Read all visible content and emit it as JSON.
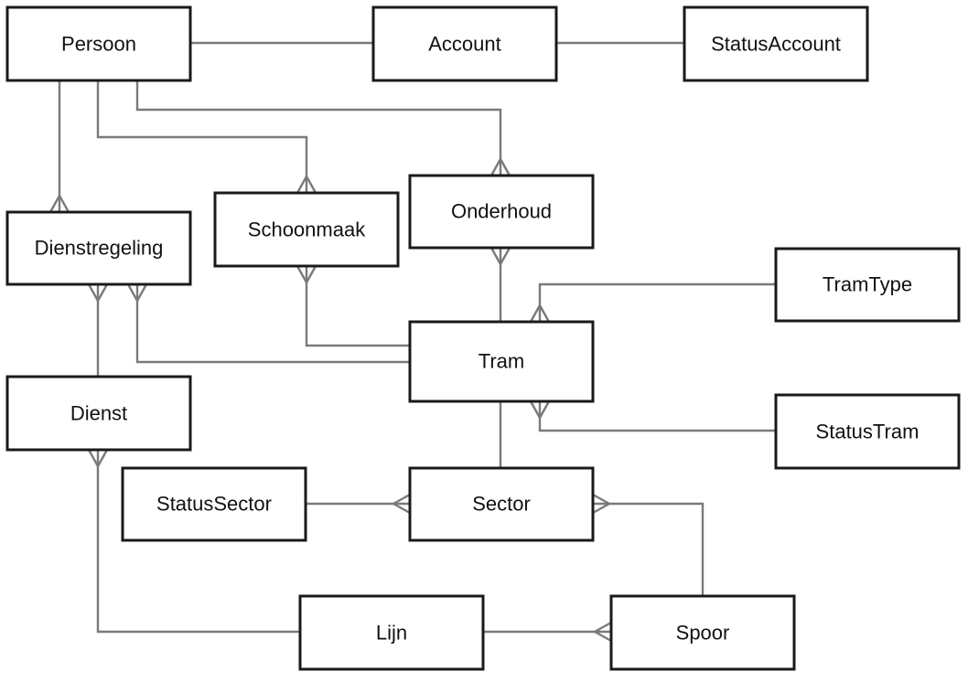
{
  "entities": {
    "persoon": "Persoon",
    "account": "Account",
    "statusaccount": "StatusAccount",
    "dienstregeling": "Dienstregeling",
    "schoonmaak": "Schoonmaak",
    "onderhoud": "Onderhoud",
    "tramtype": "TramType",
    "tram": "Tram",
    "dienst": "Dienst",
    "statustram": "StatusTram",
    "statussector": "StatusSector",
    "sector": "Sector",
    "lijn": "Lijn",
    "spoor": "Spoor"
  },
  "relationships": [
    {
      "from": "Persoon",
      "to": "Account",
      "to_many": false
    },
    {
      "from": "Account",
      "to": "StatusAccount",
      "to_many": false
    },
    {
      "from": "Persoon",
      "to": "Dienstregeling",
      "to_many": true
    },
    {
      "from": "Persoon",
      "to": "Schoonmaak",
      "to_many": true
    },
    {
      "from": "Persoon",
      "to": "Onderhoud",
      "to_many": true
    },
    {
      "from": "Tram",
      "to": "Onderhoud",
      "to_many": true
    },
    {
      "from": "Tram",
      "to": "Schoonmaak",
      "to_many": true
    },
    {
      "from": "Tram",
      "to": "Dienstregeling",
      "to_many": true
    },
    {
      "from": "Dienst",
      "to": "Dienstregeling",
      "to_many": true
    },
    {
      "from": "TramType",
      "to": "Tram",
      "to_many": true
    },
    {
      "from": "StatusTram",
      "to": "Tram",
      "to_many": true
    },
    {
      "from": "Tram",
      "to": "Sector",
      "to_many": false
    },
    {
      "from": "StatusSector",
      "to": "Sector",
      "to_many": true
    },
    {
      "from": "Spoor",
      "to": "Sector",
      "to_many": true
    },
    {
      "from": "Lijn",
      "to": "Spoor",
      "to_many": true
    },
    {
      "from": "Lijn",
      "to": "Dienst",
      "to_many": true
    }
  ],
  "colors": {
    "box_border": "#1a1a1a",
    "line": "#7a7a7a",
    "background": "#ffffff"
  }
}
